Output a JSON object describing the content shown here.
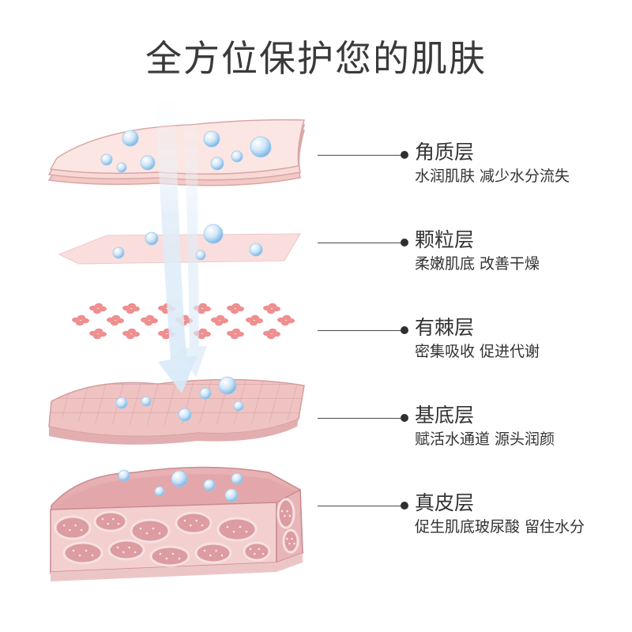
{
  "title": "全方位保护您的肌肤",
  "layers": [
    {
      "name": "角质层",
      "desc": "水润肌肤 减少水分流失"
    },
    {
      "name": "颗粒层",
      "desc": "柔嫩肌底 改善干燥"
    },
    {
      "name": "有棘层",
      "desc": "密集吸收 促进代谢"
    },
    {
      "name": "基底层",
      "desc": "赋活水通道 源头润颜"
    },
    {
      "name": "真皮层",
      "desc": "促生肌底玻尿酸 留住水分"
    }
  ],
  "colors": {
    "skin_light": "#f9e3e1",
    "skin_mid": "#eec4c4",
    "skin_dark": "#d89a9e",
    "bubble": "#9fcdf0",
    "arrow": "#e3eff9",
    "line": "#4a4a4a"
  }
}
